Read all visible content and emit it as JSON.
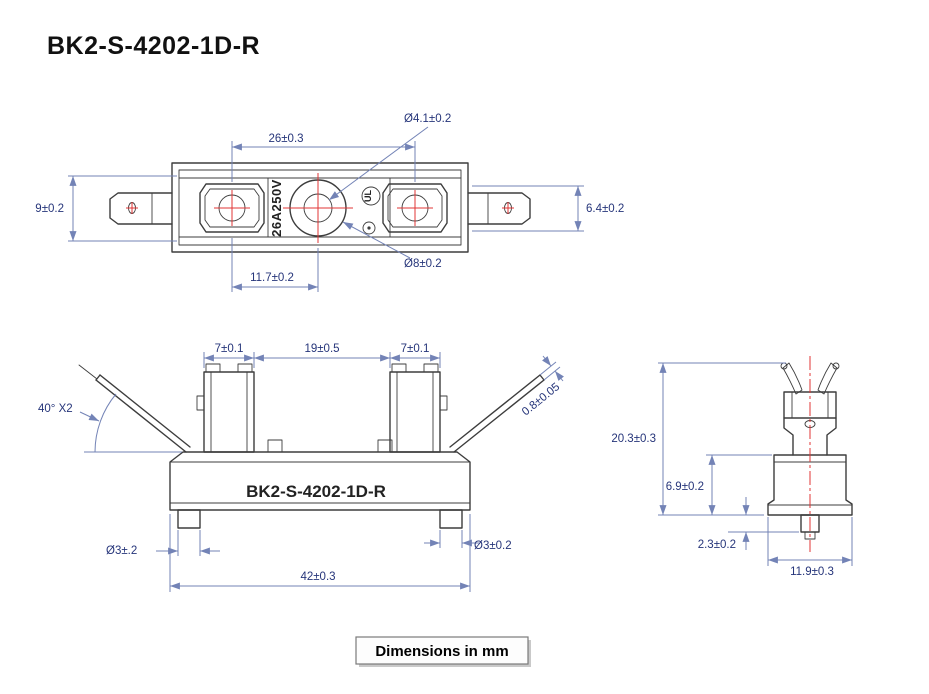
{
  "title": "BK2-S-4202-1D-R",
  "footer": {
    "note": "Dimensions in mm"
  },
  "colors": {
    "outline": "#3d3d3d",
    "dimension": "#7383b6",
    "dimension_text": "#26357a",
    "centerline": "#e03434"
  },
  "top_view": {
    "labels": {
      "mount_hole_dia": "Ø4.1±0.2",
      "clip_span": "26±0.3",
      "height_left": "9±0.2",
      "height_right": "6.4±0.2",
      "center_offset": "11.7±0.2",
      "big_hole_dia": "Ø8±0.2",
      "rating": "26A250V",
      "ul_mark": "UL"
    }
  },
  "front_view": {
    "labels": {
      "clip_width_left": "7±0.1",
      "clip_gap": "19±0.5",
      "clip_width_right": "7±0.1",
      "wing_angle": "40° X2",
      "wing_thickness": "0.8±0.05",
      "part_number": "BK2-S-4202-1D-R",
      "foot_dia_left": "Ø3±.2",
      "foot_dia_right": "Ø3±0.2",
      "overall_width": "42±0.3"
    }
  },
  "side_view": {
    "labels": {
      "overall_height": "20.3±0.3",
      "base_height": "6.9±0.2",
      "pin_length": "2.3±0.2",
      "overall_depth": "11.9±0.3"
    }
  }
}
